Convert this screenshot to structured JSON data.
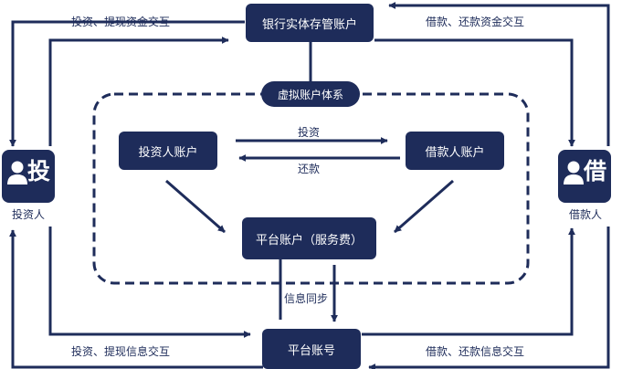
{
  "colors": {
    "primary": "#1e2c5a",
    "background": "#ffffff"
  },
  "nodes": {
    "bank_custody": "银行实体存管账户",
    "virtual_system": "虚拟账户体系",
    "investor_account": "投资人账户",
    "borrower_account": "借款人账户",
    "platform_account": "平台账户（服务费）",
    "platform_id": "平台账号"
  },
  "actors": {
    "investor": {
      "char": "投",
      "name": "投资人",
      "icon": "person-icon"
    },
    "borrower": {
      "char": "借",
      "name": "借款人",
      "icon": "person-icon"
    }
  },
  "edge_labels": {
    "invest_withdraw_funds": "投资、提现资金交互",
    "borrow_repay_funds": "借款、还款资金交互",
    "invest": "投资",
    "repay": "还款",
    "info_sync": "信息同步",
    "invest_withdraw_info": "投资、提现信息交互",
    "borrow_repay_info": "借款、还款信息交互"
  }
}
